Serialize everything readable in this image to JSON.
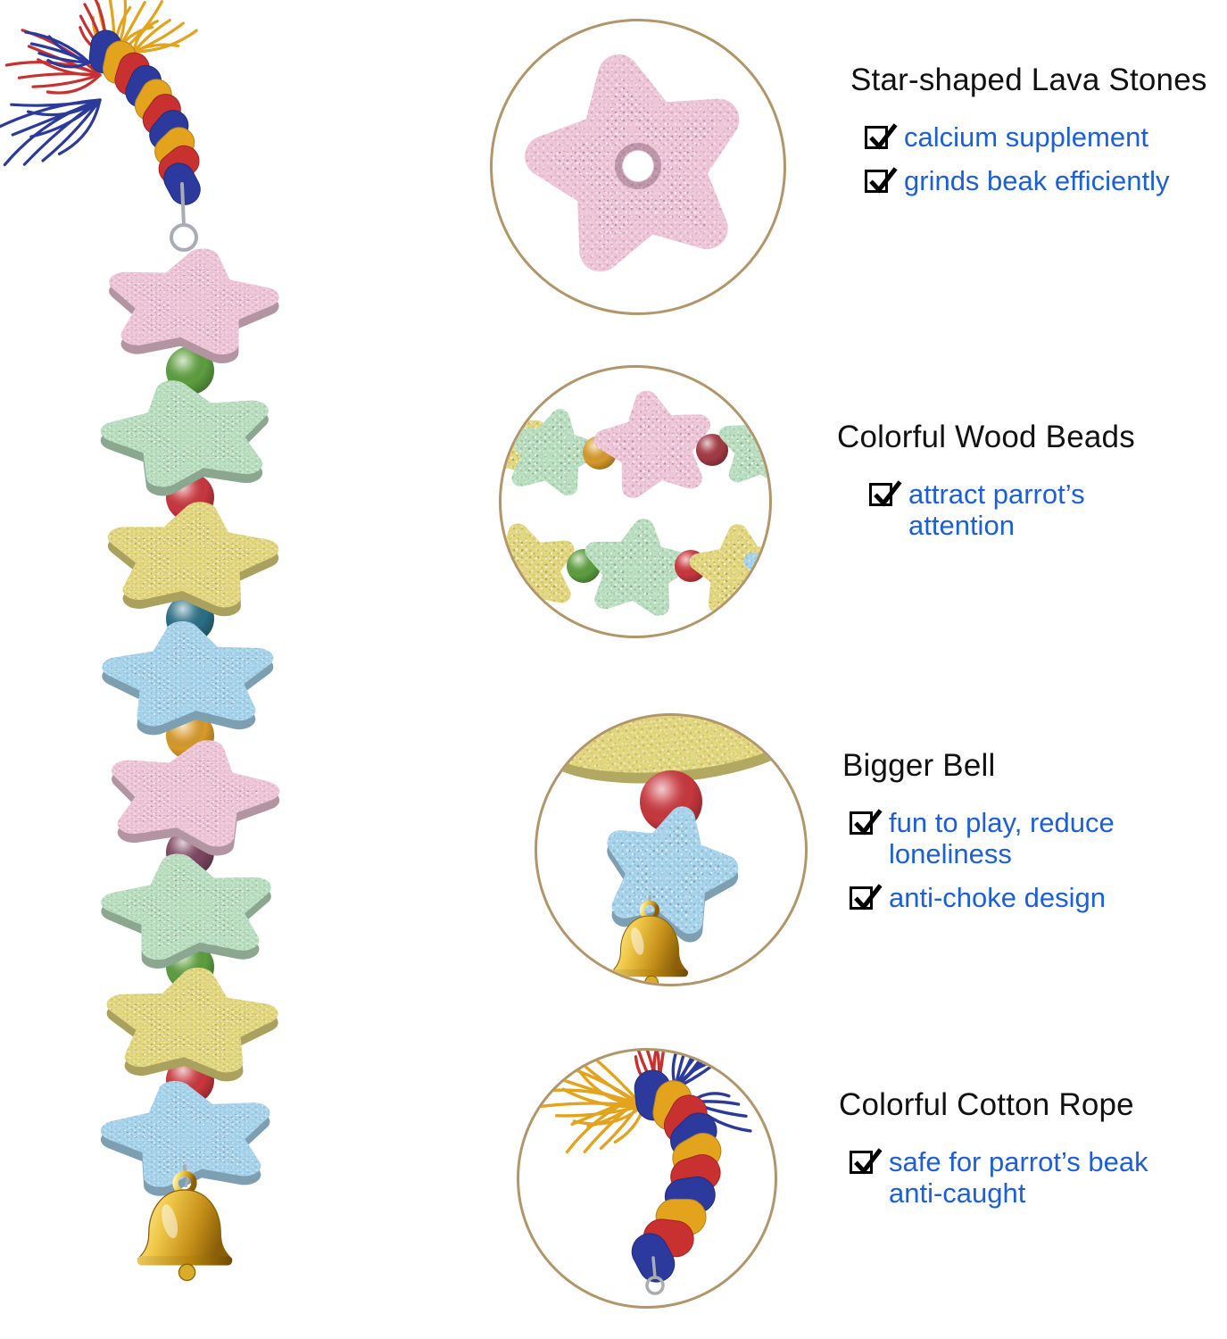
{
  "page": {
    "background": "#ffffff"
  },
  "colors": {
    "accent_blue": "#1b5fd9",
    "heading": "#111111",
    "ring": "#b2966a",
    "stone_pink": "#eec6d8",
    "stone_mint": "#b9dfc0",
    "stone_yellow": "#e3d77e",
    "stone_blue": "#a6d4ec",
    "bead_green": "#5d9e3f",
    "bead_red": "#c8373e",
    "bead_teal": "#2a6f85",
    "bead_amber": "#d79a2b",
    "bead_plum": "#7c4660",
    "bead_darkred": "#a23a44",
    "rope_red": "#c93030",
    "rope_yellow": "#e3a31c",
    "rope_blue": "#2b3a9c",
    "bell_gold": "#d4a017",
    "metal": "#a9adb3"
  },
  "toy": {
    "stack": [
      {
        "type": "stone",
        "color_key": "stone_pink"
      },
      {
        "type": "bead",
        "color_key": "bead_green"
      },
      {
        "type": "stone",
        "color_key": "stone_mint"
      },
      {
        "type": "bead",
        "color_key": "bead_red"
      },
      {
        "type": "stone",
        "color_key": "stone_yellow"
      },
      {
        "type": "bead",
        "color_key": "bead_teal"
      },
      {
        "type": "stone",
        "color_key": "stone_blue"
      },
      {
        "type": "bead",
        "color_key": "bead_amber"
      },
      {
        "type": "stone",
        "color_key": "stone_pink"
      },
      {
        "type": "bead",
        "color_key": "bead_plum"
      },
      {
        "type": "stone",
        "color_key": "stone_mint"
      },
      {
        "type": "bead",
        "color_key": "bead_green"
      },
      {
        "type": "stone",
        "color_key": "stone_yellow"
      },
      {
        "type": "bead",
        "color_key": "bead_red"
      },
      {
        "type": "stone",
        "color_key": "stone_blue"
      },
      {
        "type": "bell",
        "color_key": "bell_gold"
      }
    ]
  },
  "features": [
    {
      "id": "lava-stones",
      "title": "Star-shaped Lava Stones",
      "bullets": [
        "calcium supplement",
        "grinds beak efficiently"
      ]
    },
    {
      "id": "wood-beads",
      "title": "Colorful Wood Beads",
      "bullets": [
        "attract parrot’s attention"
      ]
    },
    {
      "id": "bigger-bell",
      "title": "Bigger Bell",
      "bullets": [
        "fun to play, reduce loneliness",
        "anti-choke design"
      ]
    },
    {
      "id": "cotton-rope",
      "title": "Colorful Cotton Rope",
      "bullets": [
        "safe for parrot’s beak anti-caught"
      ]
    }
  ]
}
